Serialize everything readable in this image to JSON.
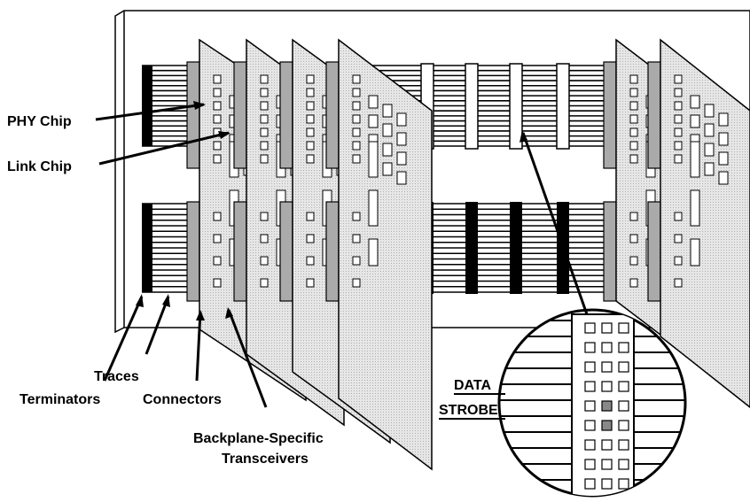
{
  "labels": {
    "phy_chip": "PHY Chip",
    "link_chip": "Link Chip",
    "traces": "Traces",
    "terminators": "Terminators",
    "connectors": "Connectors",
    "backplane_line1": "Backplane-Specific",
    "backplane_line2": "Transceivers",
    "data": "DATA",
    "strobe": "STROBE"
  },
  "colors": {
    "board_fill": "#e0e0e0",
    "trace_color": "#000000",
    "highlight_square": "#888888"
  }
}
